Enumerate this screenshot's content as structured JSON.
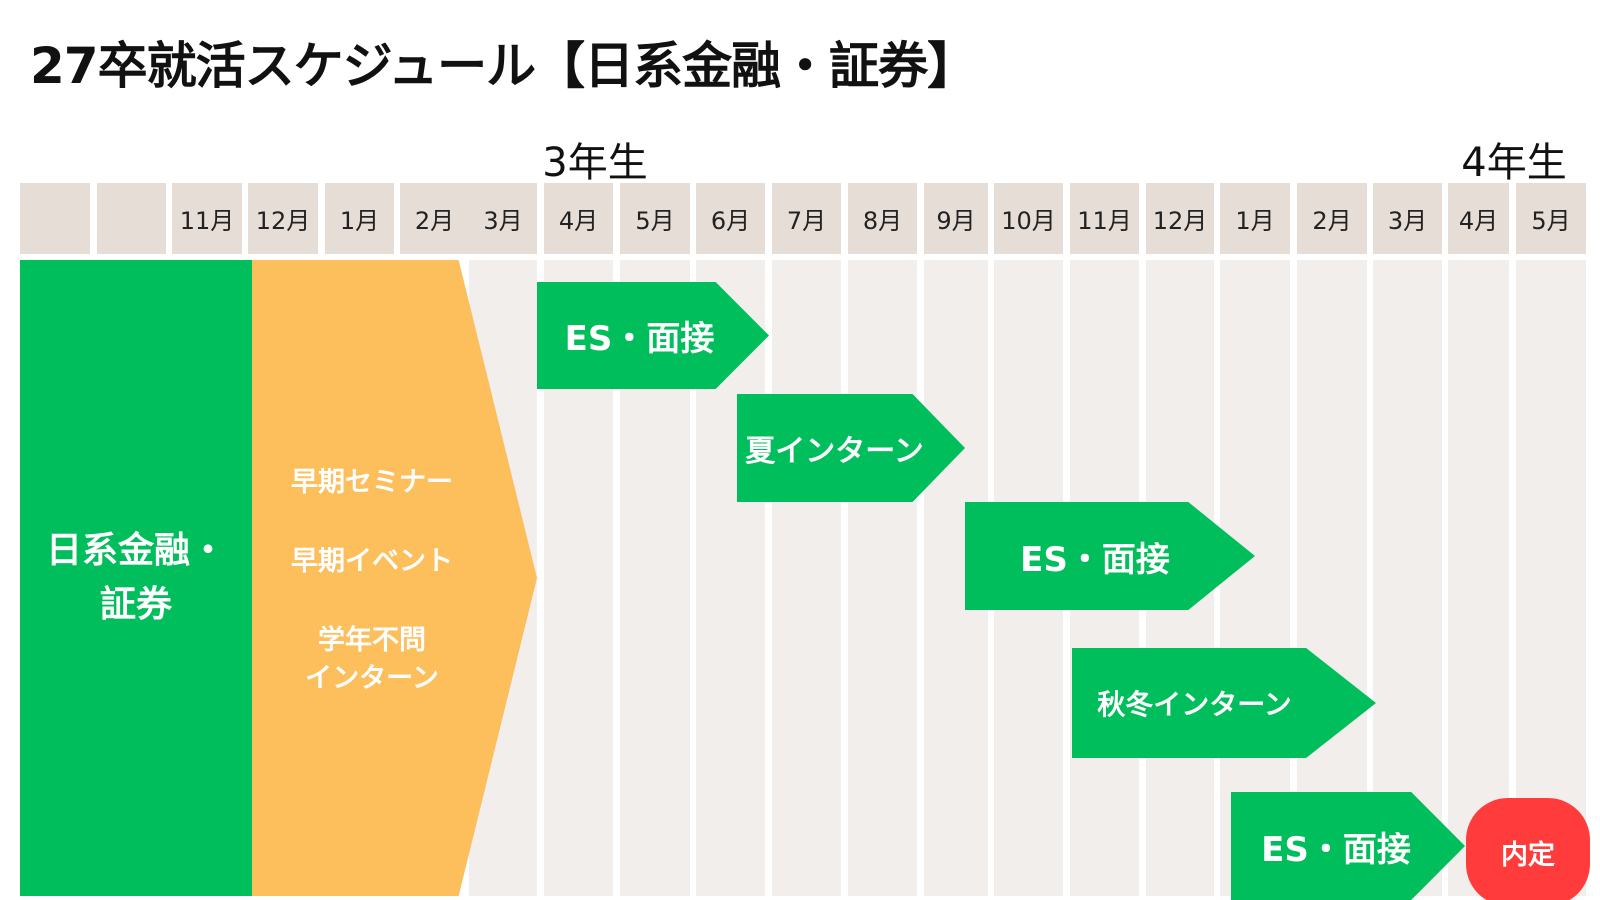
{
  "title": "27卒就活スケジュール【日系金融・証券】",
  "years": {
    "third": "3年生",
    "fourth": "4年生"
  },
  "months": [
    "",
    "",
    "11月",
    "12月",
    "1月",
    "2月",
    "3月",
    "4月",
    "5月",
    "6月",
    "7月",
    "8月",
    "9月",
    "10月",
    "11月",
    "12月",
    "1月",
    "2月",
    "3月",
    "4月",
    "5月"
  ],
  "category": {
    "line1": "日系金融・",
    "line2": "証券"
  },
  "early_phase": {
    "item1": "早期セミナー",
    "item2": "早期イベント",
    "item3_line1": "学年不問",
    "item3_line2": "インターン"
  },
  "phases": [
    {
      "label": "ES・面接",
      "start_month": "4月",
      "end_month": "6月"
    },
    {
      "label": "夏インターン",
      "start_month": "6月",
      "end_month": "9月"
    },
    {
      "label": "ES・面接",
      "start_month": "9月",
      "end_month": "12月"
    },
    {
      "label": "秋冬インターン",
      "start_month": "11月",
      "end_month": "3月"
    },
    {
      "label": "ES・面接",
      "start_month": "1月",
      "end_month": "4月"
    }
  ],
  "offer": {
    "label": "内定"
  },
  "colors": {
    "green": "#00be5b",
    "orange": "#fdbe5c",
    "red": "#ff3b3b",
    "header_bg": "#e6ddd7",
    "column_bg": "#f1eeeb"
  }
}
